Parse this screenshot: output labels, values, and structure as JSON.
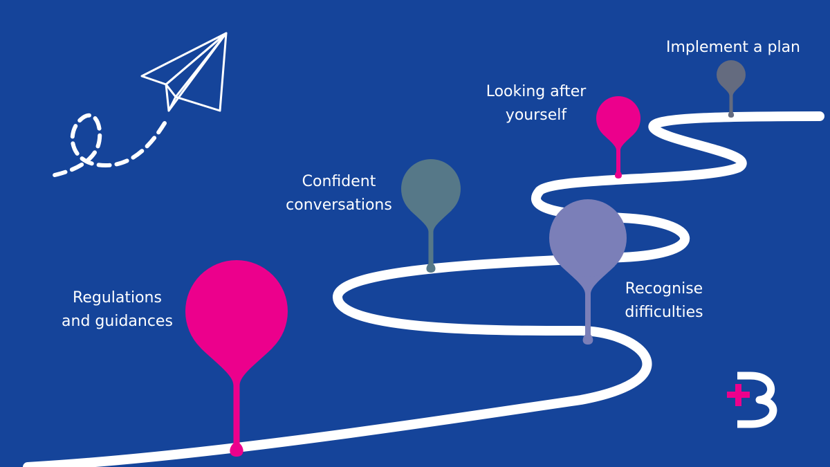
{
  "colors": {
    "background": "#15449a",
    "path": "#ffffff",
    "pink": "#ec008c",
    "teal": "#567888",
    "lavender": "#7b7fb8",
    "slate": "#646b7f"
  },
  "milestones": [
    {
      "id": "regulations",
      "lines": [
        "Regulations",
        "and guidances"
      ],
      "color": "pink"
    },
    {
      "id": "confident",
      "lines": [
        "Confident",
        "conversations"
      ],
      "color": "teal"
    },
    {
      "id": "recognise",
      "lines": [
        "Recognise",
        "difficulties"
      ],
      "color": "lavender"
    },
    {
      "id": "looking",
      "lines": [
        "Looking after",
        "yourself"
      ],
      "color": "pink"
    },
    {
      "id": "implement",
      "lines": [
        "Implement a plan"
      ],
      "color": "slate"
    }
  ],
  "icons": [
    "paper-plane-icon",
    "logo-icon"
  ]
}
